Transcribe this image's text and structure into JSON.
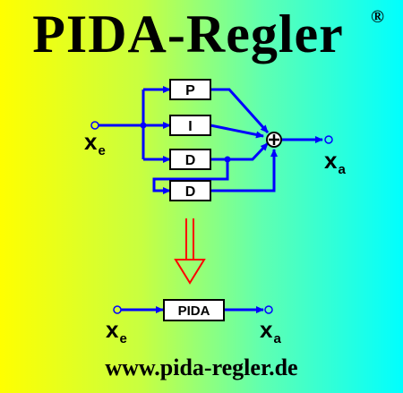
{
  "title": "PIDA-Regler",
  "registered_mark": "®",
  "url": "www.pida-regler.de",
  "colors": {
    "wire": "#0000ff",
    "arrow": "#ff0000",
    "box_border": "#000000",
    "box_fill": "#ffffff"
  },
  "blocks": {
    "p": "P",
    "i": "I",
    "d1": "D",
    "d2": "D",
    "pida": "PIDA"
  },
  "symbols": {
    "input": {
      "base": "x",
      "sub": "e"
    },
    "output": {
      "base": "x",
      "sub": "a"
    }
  }
}
